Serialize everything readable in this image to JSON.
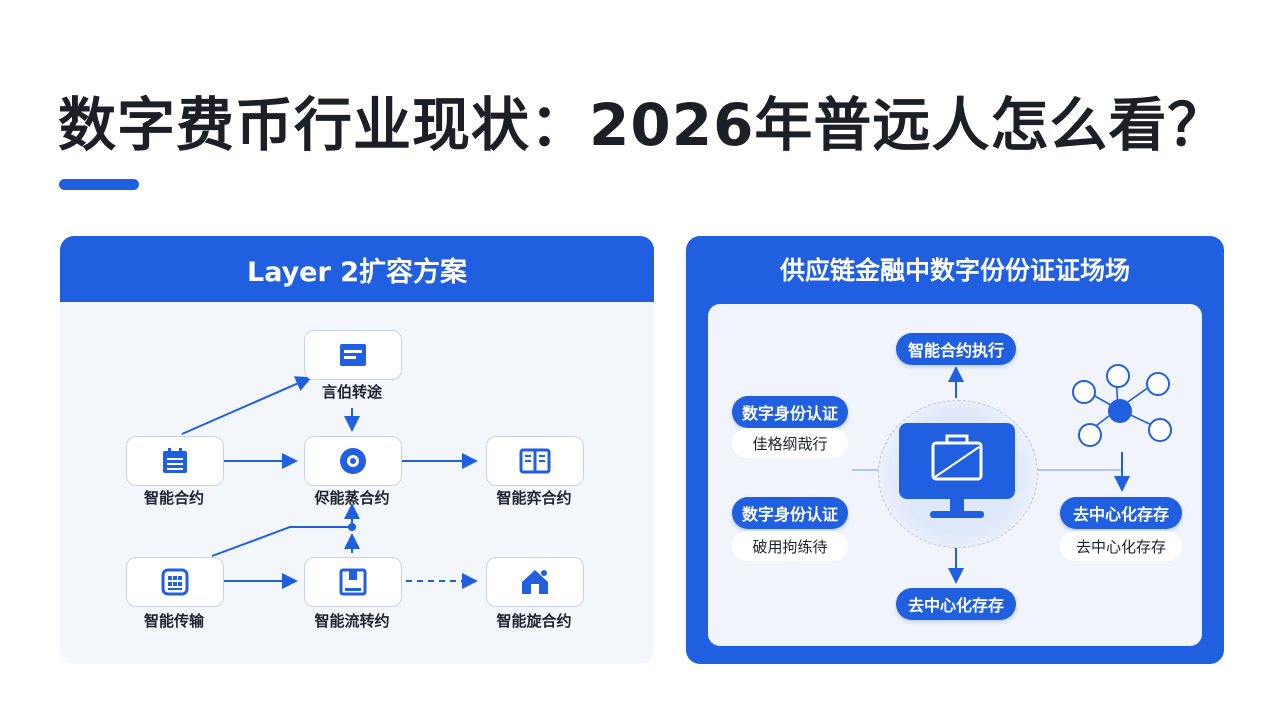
{
  "title": "数字费币行业现状：2026年普远人怎么看？",
  "colors": {
    "brand": "#1f5fe0",
    "panel_bg": "#f3f6fb",
    "text": "#1c1f26"
  },
  "left_panel": {
    "header": "Layer 2扩容方案",
    "nodes": [
      {
        "label": "言伯转途",
        "icon": "document-box-icon"
      },
      {
        "label": "智能合约",
        "icon": "calendar-icon"
      },
      {
        "label": "侭能蒸合约",
        "icon": "circle-target-icon"
      },
      {
        "label": "智能弈合约",
        "icon": "book-icon"
      },
      {
        "label": "智能传输",
        "icon": "grid-icon"
      },
      {
        "label": "智能流转约",
        "icon": "package-icon"
      },
      {
        "label": "智能旋合约",
        "icon": "home-icon"
      }
    ]
  },
  "right_panel": {
    "header": "供应链金融中数字份份证证场场",
    "top_pill": "智能合约执行",
    "left_pill_1": "数字身份认证",
    "left_sub_1": "佳格纲哉行",
    "left_pill_2": "数字身份认证",
    "left_sub_2": "破用拘练待",
    "right_pill": "去中心化存存",
    "right_sub": "去中心化存存",
    "bottom_pill": "去中心化存存"
  }
}
